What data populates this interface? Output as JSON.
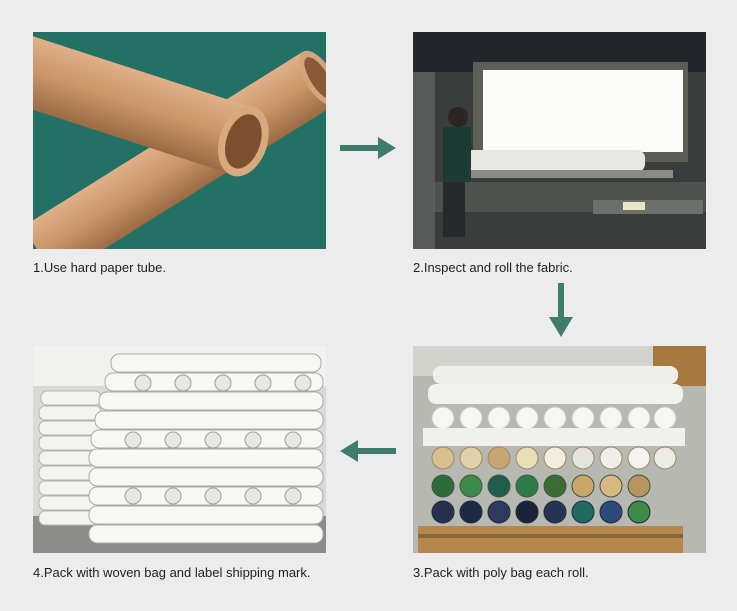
{
  "steps": [
    {
      "caption": "1.Use hard paper tube.",
      "icon": "paper-tube-photo"
    },
    {
      "caption": "2.Inspect and roll the fabric.",
      "icon": "fabric-inspection-photo"
    },
    {
      "caption": "3.Pack with poly bag each roll.",
      "icon": "poly-bag-rolls-photo"
    },
    {
      "caption": "4.Pack with woven bag and label shipping mark.",
      "icon": "woven-bag-stacks-photo"
    }
  ],
  "colors": {
    "background": "#ececec",
    "arrow": "#3f7c6c",
    "tube": "#c99467",
    "cloth": "#1f6b5f"
  }
}
